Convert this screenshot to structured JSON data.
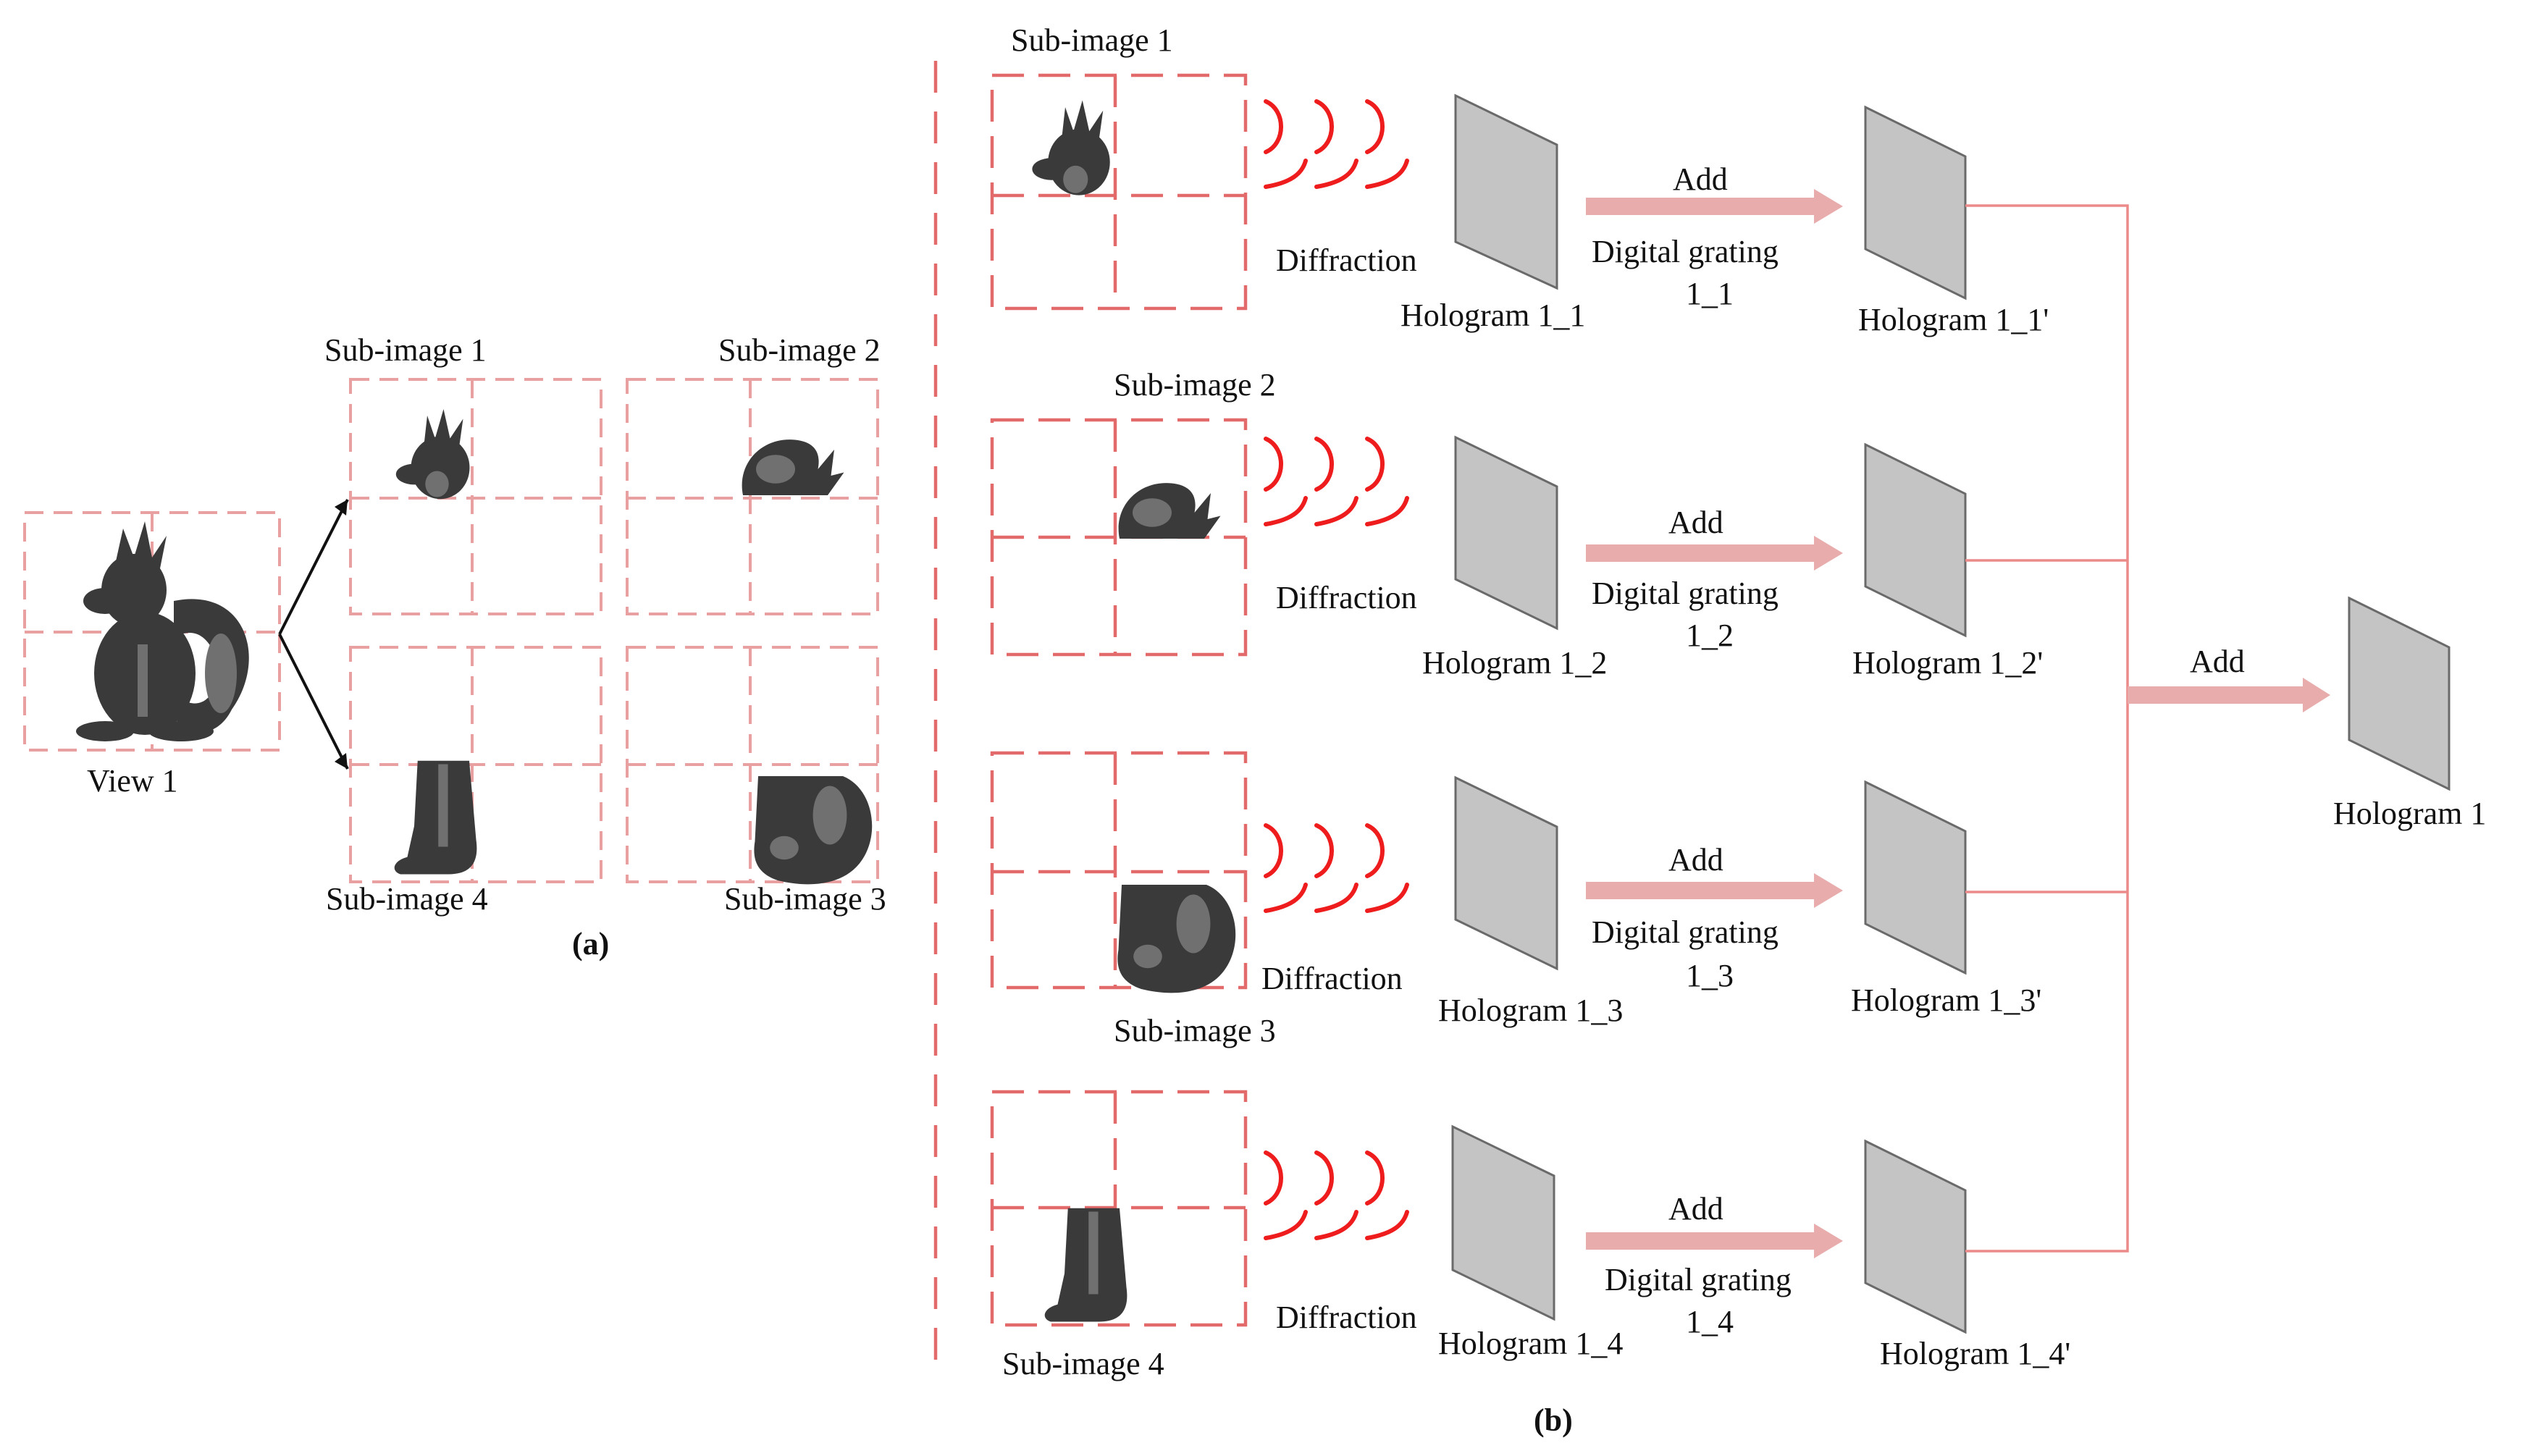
{
  "panel_a": {
    "view_label": "View 1",
    "sub_image_labels": [
      "Sub-image 1",
      "Sub-image 2",
      "Sub-image 3",
      "Sub-image 4"
    ],
    "caption": "(a)"
  },
  "panel_b": {
    "rows": [
      {
        "sub_image": "Sub-image 1",
        "diffraction": "Diffraction",
        "hologram": "Hologram 1_1",
        "add": "Add",
        "grating_line1": "Digital grating",
        "grating_line2": "1_1",
        "hologram_out": "Hologram 1_1'"
      },
      {
        "sub_image": "Sub-image 2",
        "diffraction": "Diffraction",
        "hologram": "Hologram 1_2",
        "add": "Add",
        "grating_line1": "Digital grating",
        "grating_line2": "1_2",
        "hologram_out": "Hologram 1_2'"
      },
      {
        "sub_image": "Sub-image 3",
        "diffraction": "Diffraction",
        "hologram": "Hologram 1_3",
        "add": "Add",
        "grating_line1": "Digital grating",
        "grating_line2": "1_3",
        "hologram_out": "Hologram 1_3'"
      },
      {
        "sub_image": "Sub-image 4",
        "diffraction": "Diffraction",
        "hologram": "Hologram 1_4",
        "add": "Add",
        "grating_line1": "Digital grating",
        "grating_line2": "1_4",
        "hologram_out": "Hologram 1_4'"
      }
    ],
    "final_add": "Add",
    "final_hologram": "Hologram 1",
    "caption": "(b)"
  },
  "colors": {
    "dashed_grid": "#e8a0a0",
    "diffraction_wave": "#ee1c1c",
    "add_arrow": "#e8acac",
    "hologram_plate": "#c4c4c4"
  }
}
